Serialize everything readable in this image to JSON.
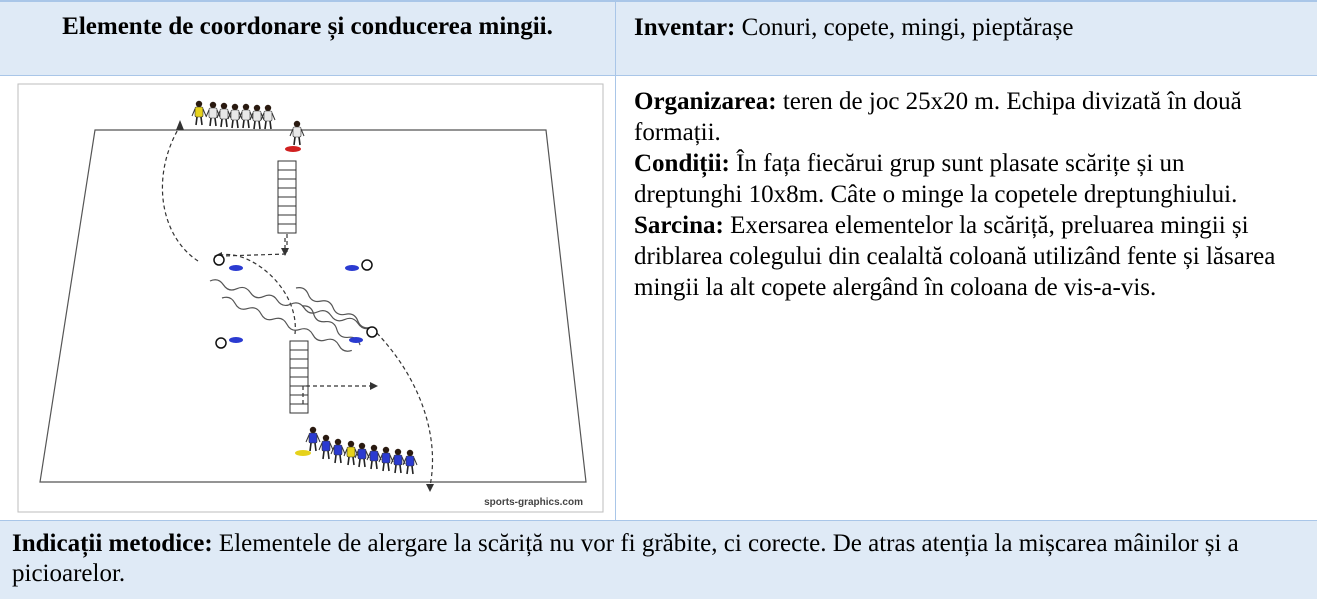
{
  "header": {
    "title": "Elemente de coordonare și conducerea mingii.",
    "inventory_label": "Inventar:",
    "inventory_text": " Conuri, copete, mingi, pieptărașe"
  },
  "drill": {
    "watermark": "sports-graphics.com",
    "colors": {
      "team_blue": "#2b3bd1",
      "team_white": "#e8e8e8",
      "bib_yellow": "#e6d21b",
      "cone_red": "#d02020"
    }
  },
  "description": {
    "org_label": "Organizarea:",
    "org_text": " teren de joc 25x20 m. Echipa divizată în două formații.",
    "cond_label": "Condiții:",
    "cond_text": " În fața fiecărui grup sunt plasate scărițe și un dreptunghi 10x8m. Câte o minge la copetele dreptunghiului.",
    "task_label": "Sarcina:",
    "task_text": " Exersarea elementelor la scăriță, preluarea mingii și driblarea colegului din cealaltă coloană utilizând fente și lăsarea mingii la alt copete alergând în coloana de vis-a-vis."
  },
  "footer": {
    "label": "Indicații metodice:",
    "text": " Elementele de alergare la scăriță nu vor fi grăbite, ci corecte. De atras atenția la mișcarea mâinilor și a picioarelor."
  }
}
